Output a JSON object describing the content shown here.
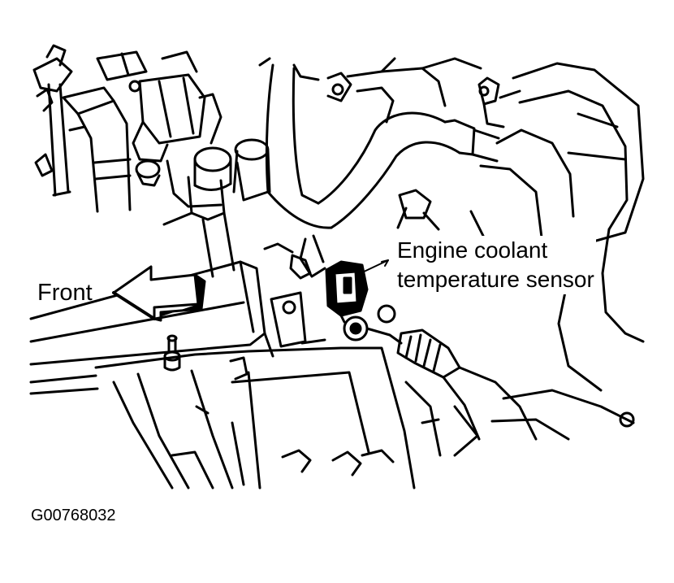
{
  "labels": {
    "front": "Front",
    "sensor_line1": "Engine coolant",
    "sensor_line2": "temperature sensor",
    "figure_code": "G00768032"
  },
  "colors": {
    "ink": "#000000",
    "paper": "#ffffff"
  }
}
